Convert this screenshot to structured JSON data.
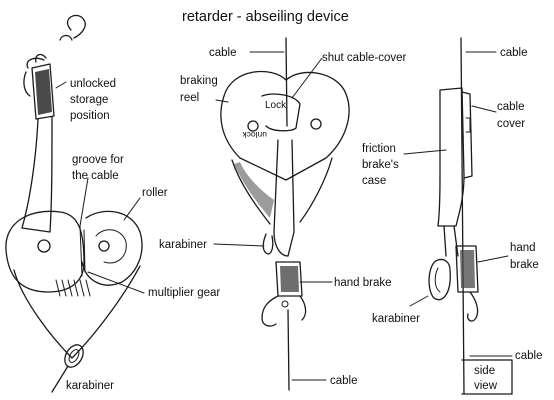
{
  "title": "retarder - abseiling device",
  "labels": {
    "left": {
      "unlocked_1": "unlocked",
      "unlocked_2": "storage",
      "unlocked_3": "position",
      "groove_1": "groove for",
      "groove_2": "the cable",
      "roller": "roller",
      "multiplier_gear": "multiplier gear",
      "karabiner": "karabiner"
    },
    "middle": {
      "cable_top": "cable",
      "shut_cover": "shut cable-cover",
      "braking_1": "braking",
      "braking_2": "reel",
      "lock_text": "Lock",
      "unlock_text": "unlock",
      "karabiner": "karabiner",
      "hand_brake": "hand brake",
      "cable_bottom": "cable"
    },
    "right": {
      "cable_top": "cable",
      "cable_cover_1": "cable",
      "cable_cover_2": "cover",
      "friction_1": "friction",
      "friction_2": "brake's",
      "friction_3": "case",
      "hand_brake_1": "hand",
      "hand_brake_2": "brake",
      "karabiner": "karabiner",
      "cable_bottom": "cable",
      "side_view_1": "side",
      "side_view_2": "view"
    }
  }
}
